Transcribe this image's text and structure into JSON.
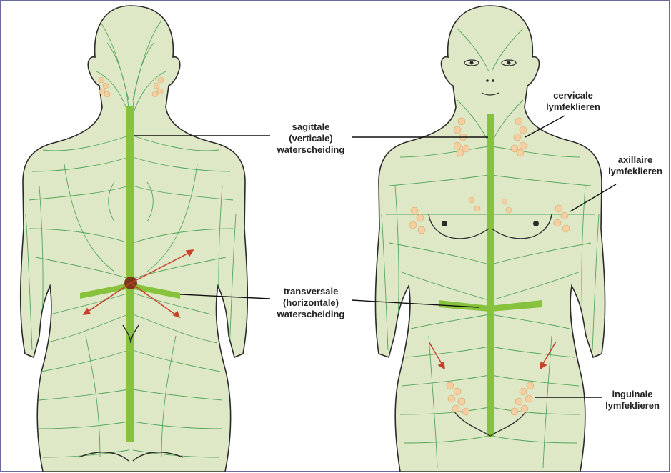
{
  "colors": {
    "body_fill": "#dfe8c6",
    "body_outline": "#2a2a2a",
    "watershed": "#86c23c",
    "lymph_lines": "#3a9a4a",
    "lymph_nodes": "#f3cfa2",
    "arrow": "#c8402a"
  },
  "labels": {
    "sagittal": [
      "sagittale",
      "(verticale)",
      "waterscheiding"
    ],
    "transversal": [
      "transversale",
      "(horizontale)",
      "waterscheiding"
    ],
    "cervical": [
      "cervicale",
      "lymfeklieren"
    ],
    "axillary": [
      "axillaire",
      "lymfeklieren"
    ],
    "inguinal": [
      "inguinale",
      "lymfeklieren"
    ]
  }
}
